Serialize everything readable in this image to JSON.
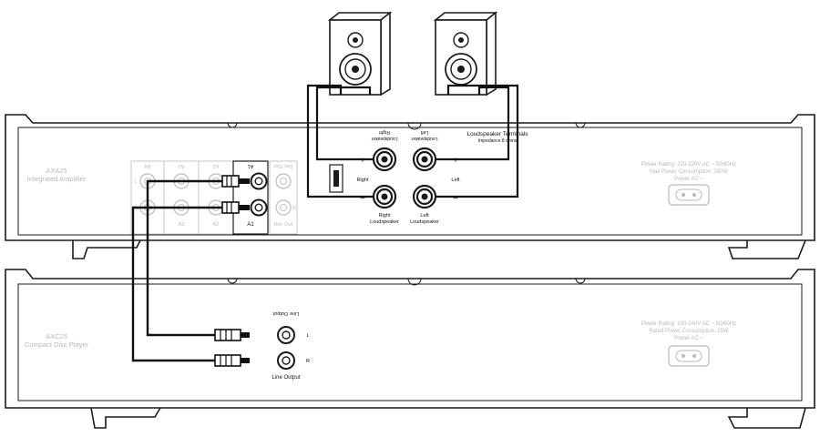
{
  "speaker_terminals": {
    "title": "Loudspeaker Terminals",
    "subtitle": "Impedance 8 ohms",
    "plus": "+",
    "minus": "–",
    "right_label": "Right",
    "left_label": "Left",
    "right_top_label_1": "Right",
    "right_top_label_2": "Loudspeaker",
    "left_top_label_1": "Left",
    "left_top_label_2": "Loudspeaker",
    "right_bottom_label_1": "Right",
    "right_bottom_label_2": "Loudspeaker",
    "left_bottom_label_1": "Left",
    "left_bottom_label_2": "Loudspeaker"
  },
  "amplifier": {
    "model": "AXA25",
    "name": "Integrated Amplifier",
    "power_rating": "Power Rating: 220-230V AC ~ 50/60Hz",
    "max_power": "Max Power Consumption: 180W",
    "power_ac": "Power AC ~",
    "inputs": [
      "A4",
      "A3",
      "A2",
      "A1"
    ],
    "rec_out": "Rec Out",
    "rec_out_top": "Rec Out",
    "ch_left": "L",
    "ch_right": "R"
  },
  "cd_player": {
    "model": "AXC25",
    "name": "Compact Disc Player",
    "power_rating": "Power Rating: 100-240V AC ~ 50/60Hz",
    "rated_power": "Rated Power Consumption: 15W",
    "power_ac": "Power AC ~",
    "line_output": "Line Output",
    "line_output_top": "Line Output",
    "ch_left": "L",
    "ch_right": "R"
  },
  "colors": {
    "outline": "#1a1a1a",
    "faint_text": "#b9b9b9",
    "cable": "#111111"
  }
}
